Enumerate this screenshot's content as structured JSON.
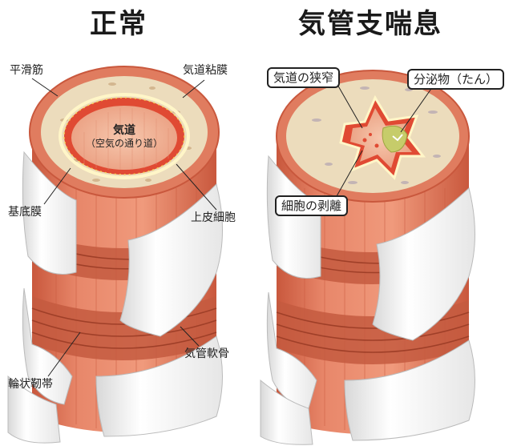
{
  "titles": {
    "normal": "正常",
    "asthma": "気管支喘息"
  },
  "normal_labels": {
    "smooth_muscle": "平滑筋",
    "mucosa": "気道粘膜",
    "airway": "気道",
    "airway_sub": "（空気の通り道）",
    "basement_membrane": "基底膜",
    "epithelial_cells": "上皮細胞",
    "tracheal_cartilage": "気管軟骨",
    "annular_ligament": "輪状靭帯"
  },
  "asthma_labels": {
    "narrowing": "気道の狭窄",
    "secretion": "分泌物（たん）",
    "cell_detachment": "細胞の剥離"
  },
  "colors": {
    "muscle": "#e8876a",
    "muscle_dark": "#d66c4e",
    "muscle_stripe": "#c9583d",
    "mucosa": "#ecdcbc",
    "lumen": "#f2b497",
    "lining": "#e04a33",
    "membrane": "#fff6c8",
    "cartilage": "#ffffff",
    "cartilage_edge": "#bdbdbd",
    "mucus": "#c6cc6a"
  }
}
